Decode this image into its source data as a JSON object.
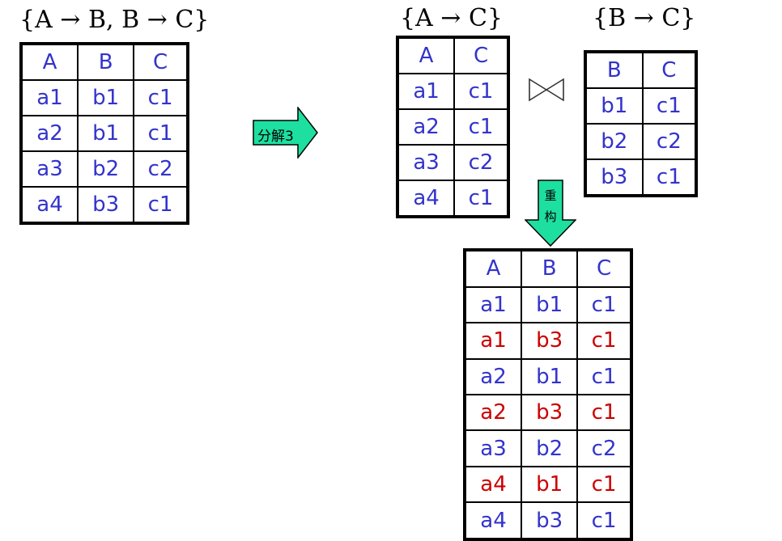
{
  "fd_original": "{A → B, B → C}",
  "fd_ac": "{A → C}",
  "fd_bc": "{B → C}",
  "arrow_decompose": "分解3",
  "arrow_reconstruct": [
    "重",
    "构"
  ],
  "join_symbol": "⋈",
  "colors": {
    "value": "#3333cc",
    "spurious": "#cc0000",
    "arrow_fill": "#1de0a0"
  },
  "table_original": {
    "headers": [
      "A",
      "B",
      "C"
    ],
    "rows": [
      [
        "a1",
        "b1",
        "c1"
      ],
      [
        "a2",
        "b1",
        "c1"
      ],
      [
        "a3",
        "b2",
        "c2"
      ],
      [
        "a4",
        "b3",
        "c1"
      ]
    ]
  },
  "table_ac": {
    "headers": [
      "A",
      "C"
    ],
    "rows": [
      [
        "a1",
        "c1"
      ],
      [
        "a2",
        "c1"
      ],
      [
        "a3",
        "c2"
      ],
      [
        "a4",
        "c1"
      ]
    ]
  },
  "table_bc": {
    "headers": [
      "B",
      "C"
    ],
    "rows": [
      [
        "b1",
        "c1"
      ],
      [
        "b2",
        "c2"
      ],
      [
        "b3",
        "c1"
      ]
    ]
  },
  "table_join": {
    "headers": [
      "A",
      "B",
      "C"
    ],
    "rows": [
      {
        "cells": [
          "a1",
          "b1",
          "c1"
        ],
        "spurious": false
      },
      {
        "cells": [
          "a1",
          "b3",
          "c1"
        ],
        "spurious": true
      },
      {
        "cells": [
          "a2",
          "b1",
          "c1"
        ],
        "spurious": false
      },
      {
        "cells": [
          "a2",
          "b3",
          "c1"
        ],
        "spurious": true
      },
      {
        "cells": [
          "a3",
          "b2",
          "c2"
        ],
        "spurious": false
      },
      {
        "cells": [
          "a4",
          "b1",
          "c1"
        ],
        "spurious": true
      },
      {
        "cells": [
          "a4",
          "b3",
          "c1"
        ],
        "spurious": false
      }
    ]
  }
}
